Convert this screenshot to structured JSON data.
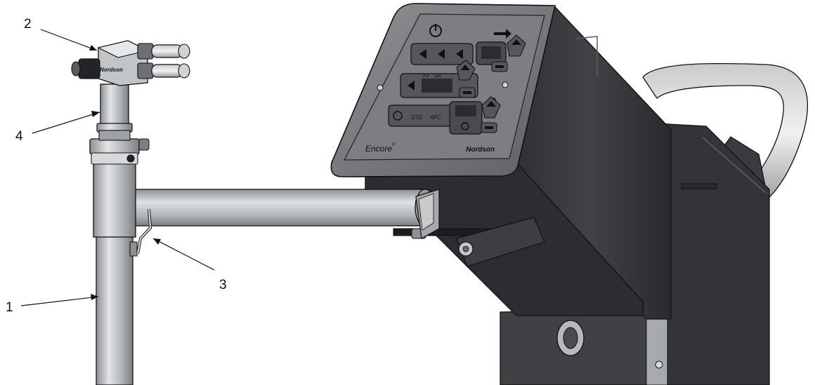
{
  "diagram": {
    "callouts": [
      {
        "id": "1",
        "label": "1"
      },
      {
        "id": "2",
        "label": "2"
      },
      {
        "id": "3",
        "label": "3"
      },
      {
        "id": "4",
        "label": "4"
      }
    ],
    "panel": {
      "model_label": "Encore",
      "model_mark": "®",
      "brand_label": "Nordson",
      "key_labels": {
        "kv": "KV",
        "ua": "µA",
        "std": "STD",
        "afc": "AFC"
      }
    },
    "colors": {
      "steel": "#b9bcbf",
      "steel_dark": "#7d8084",
      "housing": "#3b3c3f",
      "housing_dark": "#232427",
      "panel": "#6e7074",
      "panel_inner": "#8a8c90",
      "key": "#4a4b4e",
      "outline": "#111111"
    }
  }
}
